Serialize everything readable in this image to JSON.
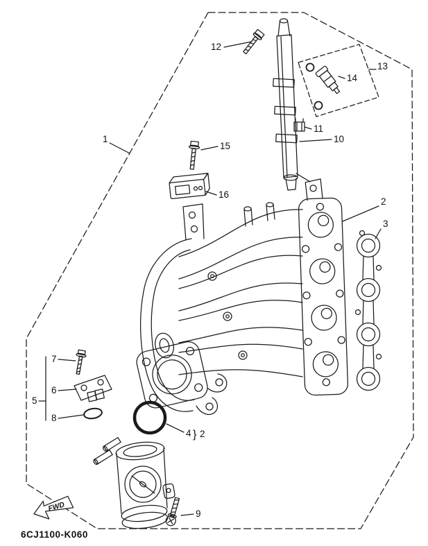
{
  "page": {
    "background_color": "#ffffff",
    "line_color": "#1a1a1a"
  },
  "footer": {
    "part_code": "6CJ1100-K060"
  },
  "fwd_flag": {
    "label": "FWD"
  },
  "callouts": {
    "c1": {
      "label": "1"
    },
    "c2": {
      "label": "2"
    },
    "c3": {
      "label": "3"
    },
    "c4": {
      "label": "4",
      "brace": "}",
      "qty": "2"
    },
    "c5": {
      "label": "5"
    },
    "c6": {
      "label": "6"
    },
    "c7": {
      "label": "7"
    },
    "c8": {
      "label": "8"
    },
    "c9": {
      "label": "9"
    },
    "c10": {
      "label": "10"
    },
    "c11": {
      "label": "11"
    },
    "c12": {
      "label": "12"
    },
    "c13": {
      "label": "13"
    },
    "c14": {
      "label": "14"
    },
    "c15": {
      "label": "15"
    },
    "c16": {
      "label": "16"
    }
  }
}
